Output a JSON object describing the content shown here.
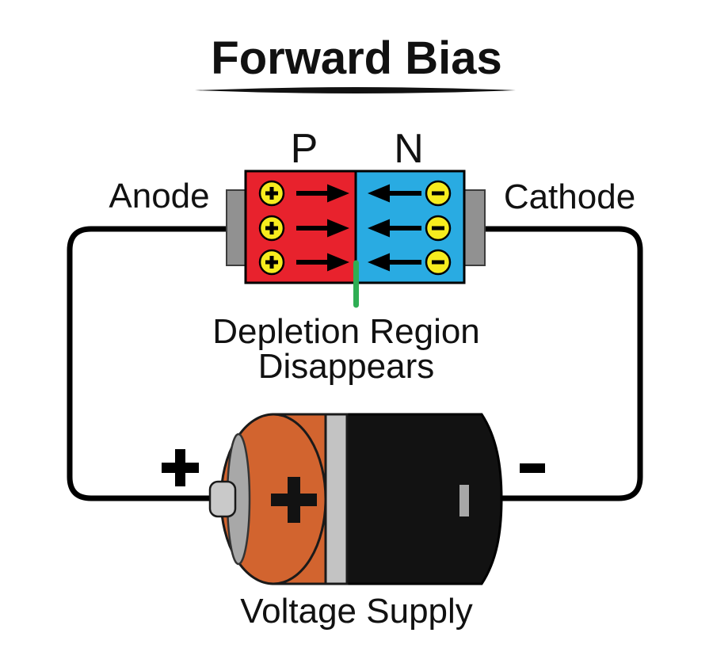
{
  "title": {
    "text": "Forward Bias"
  },
  "diode": {
    "p_label": "P",
    "n_label": "N",
    "anode_label": "Anode",
    "cathode_label": "Cathode",
    "p_region": {
      "color": "#e8222d",
      "carrier_symbol": "+",
      "carrier_count": 3,
      "flow_direction": "right"
    },
    "n_region": {
      "color": "#29abe2",
      "carrier_symbol": "−",
      "carrier_count": 3,
      "flow_direction": "left"
    },
    "carrier_fill_color": "#f7ec1e",
    "electrode_color": "#919191",
    "junction_marker_color": "#2fae54",
    "depletion_note_line1": "Depletion Region",
    "depletion_note_line2": "Disappears"
  },
  "battery": {
    "caption": "Voltage Supply",
    "positive_body_color": "#d2642f",
    "negative_body_color": "#121212",
    "band_color": "#c3c3c3",
    "terminal_face_color": "#a8a8a8",
    "positive_terminal_symbol": "+",
    "negative_terminal_symbol": "−"
  },
  "circuit": {
    "positive_sign": "+",
    "negative_sign": "−",
    "wire_color": "#000000"
  }
}
